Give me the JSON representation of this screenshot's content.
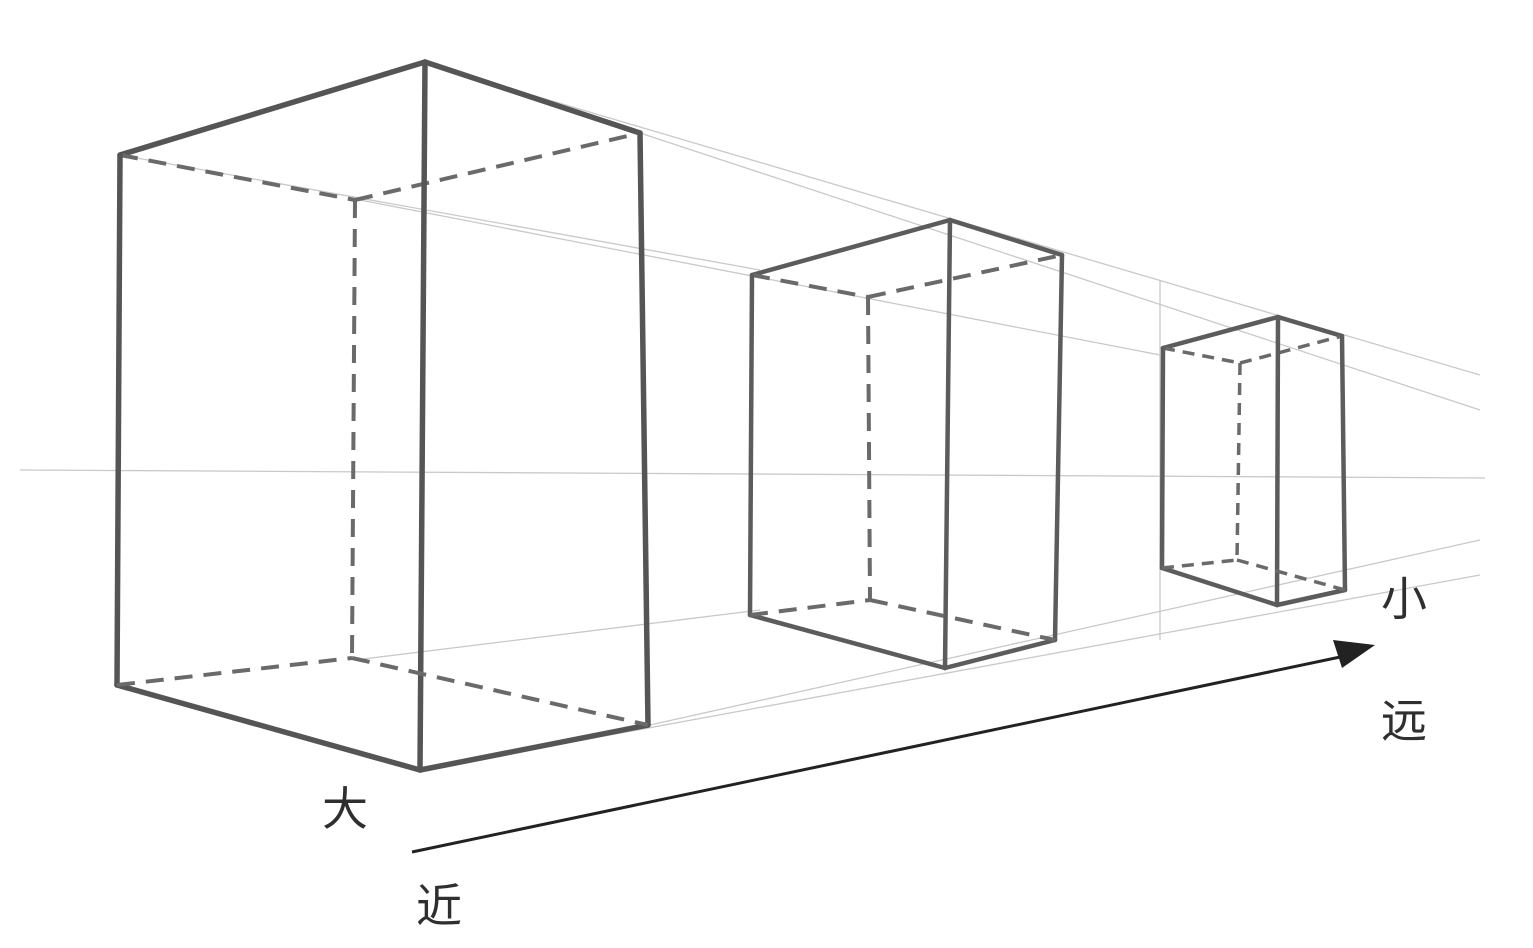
{
  "labels": {
    "big": "大",
    "near": "近",
    "small": "小",
    "far": "远"
  },
  "colors": {
    "pencil": "#555555",
    "guide": "#c9c9c9",
    "arrow": "#222222",
    "text": "#2f2f2f"
  },
  "boxes": [
    "near-box",
    "middle-box",
    "far-box"
  ]
}
